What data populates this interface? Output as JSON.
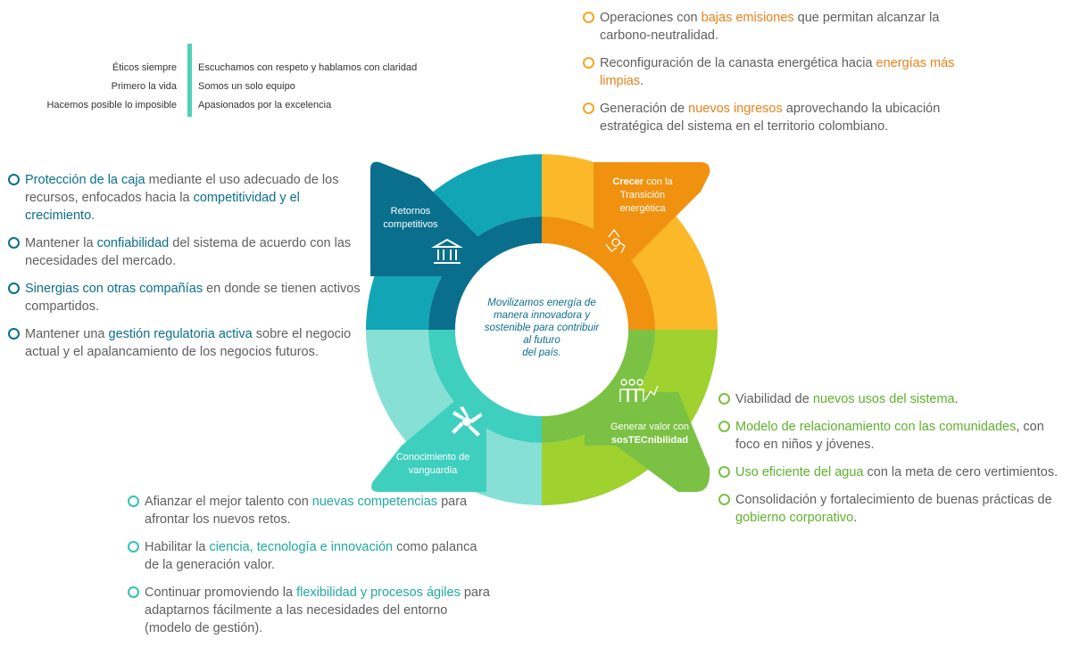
{
  "values": {
    "left": [
      "Éticos siempre",
      "Primero la vida",
      "Hacemos posible lo imposible"
    ],
    "right": [
      "Escuchamos con respeto y hablamos con claridad",
      "Somos un solo equipo",
      "Apasionados por la excelencia"
    ]
  },
  "center": [
    "Movilizamos energía de",
    "manera innovadora y",
    "sostenible para contribuir",
    "al futuro",
    "del país."
  ],
  "segments": {
    "retornos": [
      "Retornos",
      "competitivos"
    ],
    "crecer": {
      "bold": "Crecer",
      "line1_rest": " con la",
      "line2": "Transición",
      "line3": "energética"
    },
    "generar": {
      "line1": "Generar valor con",
      "line2": "sosTECnibilidad"
    },
    "conocimiento": [
      "Conocimiento de",
      "vanguardia"
    ]
  },
  "orange_bullets": [
    {
      "parts": [
        "Operaciones con ",
        "bajas emisiones",
        " que permitan alcanzar la carbono-neutralidad."
      ]
    },
    {
      "parts": [
        "Reconfiguración de la canasta energética hacia ",
        "energías más limpias",
        "."
      ]
    },
    {
      "parts": [
        "Generación de ",
        "nuevos ingresos",
        " aprovechando la ubicación estratégica del sistema en el territorio colombiano."
      ]
    }
  ],
  "teal_bullets": [
    {
      "parts": [
        "",
        "Protección de la caja",
        " mediante el uso adecuado de los recursos, enfocados hacia la ",
        "competitividad y el crecimiento",
        "."
      ]
    },
    {
      "parts": [
        "Mantener la ",
        "confiabilidad",
        " del sistema de acuerdo con las necesidades del mercado."
      ]
    },
    {
      "parts": [
        "",
        "Sinergias con otras compañías",
        " en donde se tienen activos compartidos."
      ]
    },
    {
      "parts": [
        "Mantener una ",
        "gestión regulatoria activa",
        " sobre el negocio actual y el apalancamiento de los negocios futuros."
      ]
    }
  ],
  "green_bullets": [
    {
      "parts": [
        "Viabilidad de ",
        "nuevos usos del sistema",
        "."
      ]
    },
    {
      "parts": [
        "",
        "Modelo de relacionamiento con las comunidades",
        ", con foco en niños y jóvenes."
      ]
    },
    {
      "parts": [
        "",
        "Uso eficiente del agua",
        " con la meta de cero vertimientos."
      ]
    },
    {
      "parts": [
        "Consolidación y fortalecimiento de buenas prácticas de ",
        "gobierno corporativo",
        "."
      ]
    }
  ],
  "aqua_bullets": [
    {
      "parts": [
        "Afianzar el mejor talento con ",
        "nuevas competencias",
        " para afrontar los nuevos retos."
      ]
    },
    {
      "parts": [
        "Habilitar la ",
        "ciencia, tecnología e innovación",
        " como palanca de la generación valor."
      ]
    },
    {
      "parts": [
        "Continuar promoviendo la ",
        "flexibilidad y procesos ágiles",
        " para adaptarnos fácilmente a las necesidades del entorno (modelo de gestión)."
      ]
    }
  ],
  "icons": [
    "bank-icon",
    "recycle-icon",
    "people-growth-icon",
    "hands-unity-icon"
  ],
  "colors": {
    "teal_dark": "#0a6f8c",
    "teal": "#12a5b6",
    "orange": "#f0920f",
    "yellow": "#fbb92a",
    "green": "#7bc143",
    "lime": "#9fd12f",
    "aqua": "#3fcfbf",
    "aqua_light": "#86e0d6"
  }
}
